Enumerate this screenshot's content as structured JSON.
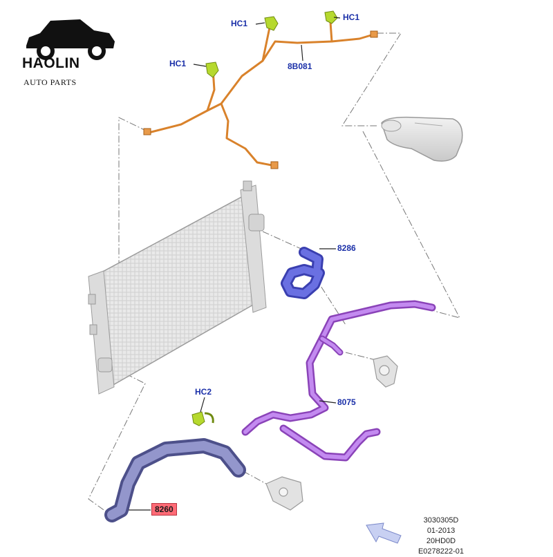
{
  "brand": {
    "name": "HAOLIN",
    "subtitle": "AUTO PARTS"
  },
  "callouts": {
    "hc1_a": "HC1",
    "hc1_b": "HC1",
    "hc1_c": "HC1",
    "wire_harness": "8B081",
    "hose_upper": "8286",
    "hose_heater": "8075",
    "hc2": "HC2",
    "hose_lower": "8260"
  },
  "reference": {
    "line1": "3030305D",
    "line2": "01-2013",
    "line3": "20HD0D",
    "line4": "E0278222-01"
  },
  "colors": {
    "harness": "#d9822b",
    "clip": "#b6d92e",
    "upper_hose": "#5a5fd6",
    "heater_hose": "#b36be0",
    "lower_hose": "#7c7fb8",
    "highlight": "#ff6b76",
    "callout_text": "#1a2fa8"
  }
}
